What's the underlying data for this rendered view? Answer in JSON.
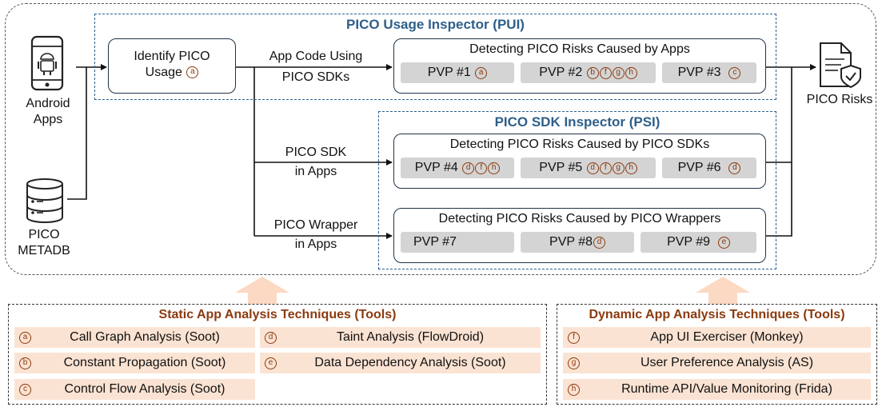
{
  "pui": {
    "title": "PICO Usage Inspector (PUI)"
  },
  "psi": {
    "title": "PICO SDK Inspector (PSI)"
  },
  "inputs": {
    "android": {
      "line1": "Android",
      "line2": "Apps"
    },
    "metadb": {
      "line1": "PICO",
      "line2": "METADB"
    }
  },
  "identify": {
    "line1": "Identify PICO",
    "line2": "Usage",
    "tool": "a"
  },
  "edges": {
    "app_code": {
      "line1": "App Code Using",
      "line2": "PICO SDKs"
    },
    "sdk": {
      "line1": "PICO SDK",
      "line2": "in Apps"
    },
    "wrapper": {
      "line1": "PICO Wrapper",
      "line2": "in Apps"
    }
  },
  "output": {
    "label": "PICO Risks"
  },
  "detect_apps": {
    "title": "Detecting PICO Risks Caused by Apps",
    "pvps": [
      {
        "label": "PVP #1",
        "tools": "a"
      },
      {
        "label": "PVP #2",
        "tools": "bfgh"
      },
      {
        "label": "PVP #3",
        "tools": "c"
      }
    ]
  },
  "detect_sdks": {
    "title": "Detecting PICO Risks Caused by PICO SDKs",
    "pvps": [
      {
        "label": "PVP #4",
        "tools": "dfh"
      },
      {
        "label": "PVP #5",
        "tools": "dfgh"
      },
      {
        "label": "PVP #6",
        "tools": "d"
      }
    ]
  },
  "detect_wrappers": {
    "title": "Detecting PICO Risks Caused by PICO Wrappers",
    "pvps": [
      {
        "label": "PVP #7",
        "tools": ""
      },
      {
        "label": "PVP #8",
        "tools": "d"
      },
      {
        "label": "PVP #9",
        "tools": "e"
      }
    ]
  },
  "static_tools": {
    "title": "Static App Analysis Techniques (Tools)",
    "items": [
      {
        "key": "a",
        "label": "Call Graph Analysis (Soot)"
      },
      {
        "key": "b",
        "label": "Constant Propagation (Soot)"
      },
      {
        "key": "c",
        "label": "Control Flow Analysis (Soot)"
      },
      {
        "key": "d",
        "label": "Taint Analysis (FlowDroid)"
      },
      {
        "key": "e",
        "label": "Data Dependency Analysis (Soot)"
      }
    ]
  },
  "dynamic_tools": {
    "title": "Dynamic App Analysis Techniques (Tools)",
    "items": [
      {
        "key": "f",
        "label": "App UI Exerciser (Monkey)"
      },
      {
        "key": "g",
        "label": "User Preference Analysis (AS)"
      },
      {
        "key": "h",
        "label": "Runtime API/Value Monitoring (Frida)"
      }
    ]
  },
  "colors": {
    "blue": "#2e5f8a",
    "brown": "#8b3a0e",
    "tool_fill": "#fbe3d3",
    "pvp_fill": "#d4d4d4"
  },
  "icons": [
    "android-phone-icon",
    "database-icon",
    "risk-document-icon",
    "up-arrow-icon"
  ]
}
